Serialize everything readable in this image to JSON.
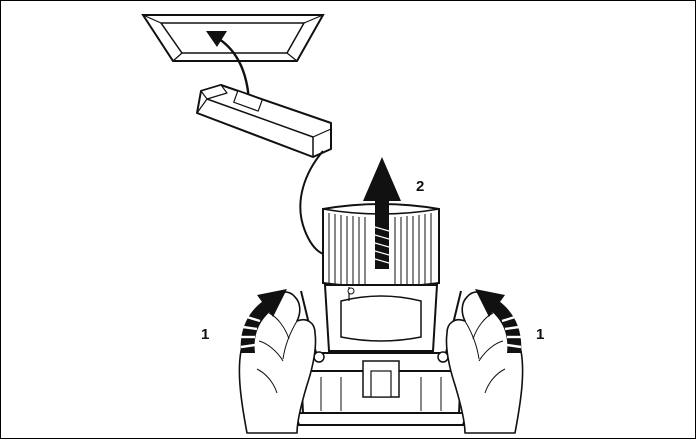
{
  "labels": {
    "step_left": "1",
    "step_right": "1",
    "step_up": "2"
  },
  "colors": {
    "line": "#111111",
    "fill": "#ffffff",
    "arrow": "#111111"
  },
  "icons": {
    "ceiling_opening": "ceiling-opening-icon",
    "driver_box": "driver-box-icon",
    "fixture_housing": "fixture-housing-icon",
    "hand": "hand-icon",
    "arrow": "arrow-icon"
  }
}
